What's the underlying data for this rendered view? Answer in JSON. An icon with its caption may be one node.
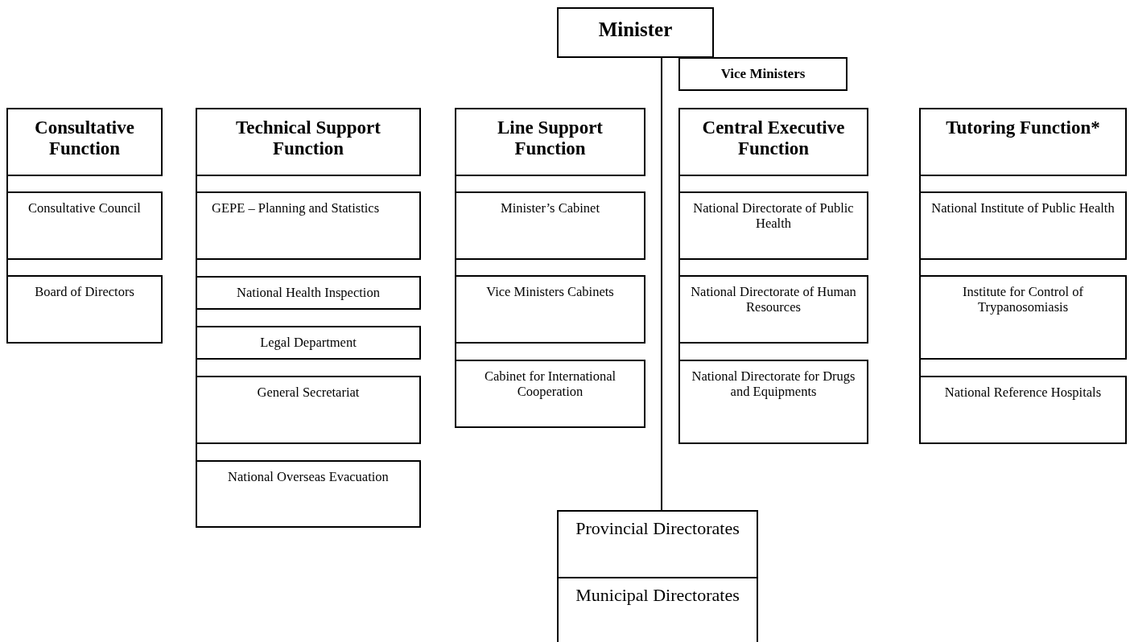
{
  "diagram": {
    "nodes": [
      {
        "text": [
          "Minister"
        ]
      },
      {
        "text": [
          "Vice Ministers"
        ]
      },
      {
        "text": [
          "Consultative Function"
        ]
      },
      {
        "text": [
          "Consultative Council"
        ]
      },
      {
        "text": [
          "Board of Directors"
        ]
      },
      {
        "text": [
          "Technical Support Function"
        ]
      },
      {
        "text": [
          "GEPE – Planning and Statistics"
        ]
      },
      {
        "text": [
          "National Health Inspection"
        ]
      },
      {
        "text": [
          "Legal Department"
        ]
      },
      {
        "text": [
          "General Secretariat"
        ]
      },
      {
        "text": [
          "National Overseas Evacuation"
        ]
      },
      {
        "text": [
          "Line Support Function"
        ]
      },
      {
        "text": [
          "Minister’s Cabinet"
        ]
      },
      {
        "text": [
          "Vice Ministers Cabinets"
        ]
      },
      {
        "text": [
          "Cabinet for International Cooperation"
        ]
      },
      {
        "text": [
          "Central Executive Function"
        ]
      },
      {
        "text": [
          "National Directorate of Public Health"
        ]
      },
      {
        "text": [
          "National Directorate of Human Resources"
        ]
      },
      {
        "text": [
          "National Directorate for Drugs and Equipments"
        ]
      },
      {
        "text": [
          "Tutoring Function*"
        ]
      },
      {
        "text": [
          "National Institute of Public Health"
        ]
      },
      {
        "text": [
          "Institute for Control of Trypanosomiasis"
        ]
      },
      {
        "text": [
          "National Reference Hospitals"
        ]
      },
      {
        "text": [
          "Provincial Directorates"
        ]
      },
      {
        "text": [
          "Municipal Directorates"
        ]
      }
    ],
    "edges": [
      {
        "from": 0,
        "to": 23,
        "arrow": "none"
      },
      {
        "from": 2,
        "to": 3,
        "arrow": "none"
      },
      {
        "from": 3,
        "to": 4,
        "arrow": "none"
      },
      {
        "from": 5,
        "to": 6,
        "arrow": "none"
      },
      {
        "from": 6,
        "to": 7,
        "arrow": "none"
      },
      {
        "from": 7,
        "to": 8,
        "arrow": "none"
      },
      {
        "from": 8,
        "to": 9,
        "arrow": "none"
      },
      {
        "from": 9,
        "to": 10,
        "arrow": "none"
      },
      {
        "from": 11,
        "to": 12,
        "arrow": "none"
      },
      {
        "from": 12,
        "to": 13,
        "arrow": "none"
      },
      {
        "from": 13,
        "to": 14,
        "arrow": "none"
      },
      {
        "from": 15,
        "to": 16,
        "arrow": "none"
      },
      {
        "from": 16,
        "to": 17,
        "arrow": "none"
      },
      {
        "from": 17,
        "to": 18,
        "arrow": "none"
      },
      {
        "from": 19,
        "to": 20,
        "arrow": "none"
      },
      {
        "from": 20,
        "to": 21,
        "arrow": "none"
      },
      {
        "from": 21,
        "to": 22,
        "arrow": "none"
      }
    ]
  }
}
